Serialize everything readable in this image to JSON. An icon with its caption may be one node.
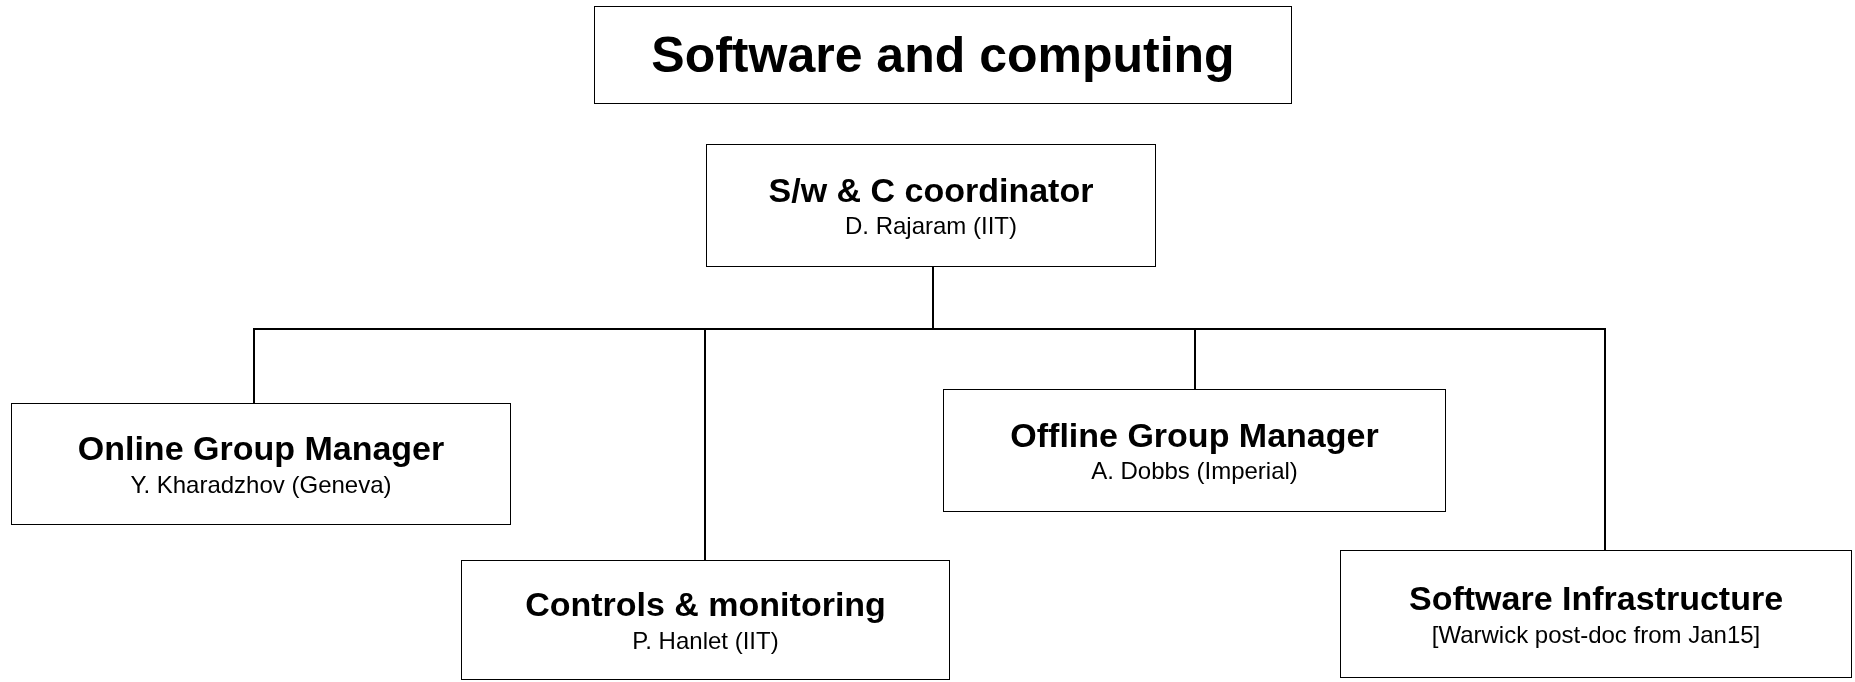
{
  "diagram": {
    "title": "Software and computing",
    "nodes": [
      {
        "text": [
          "S/w & C coordinator",
          "D. Rajaram (IIT)"
        ]
      },
      {
        "text": [
          "Online Group Manager",
          "Y. Kharadzhov (Geneva)"
        ]
      },
      {
        "text": [
          "Controls & monitoring",
          "P. Hanlet (IIT)"
        ]
      },
      {
        "text": [
          "Offline Group Manager",
          "A. Dobbs (Imperial)"
        ]
      },
      {
        "text": [
          "Software Infrastructure",
          "[Warwick post-doc from Jan15]"
        ]
      }
    ],
    "edges": [
      {
        "from": 0,
        "to": 1,
        "arrow": "none"
      },
      {
        "from": 0,
        "to": 2,
        "arrow": "none"
      },
      {
        "from": 0,
        "to": 3,
        "arrow": "none"
      },
      {
        "from": 0,
        "to": 4,
        "arrow": "none"
      }
    ]
  }
}
